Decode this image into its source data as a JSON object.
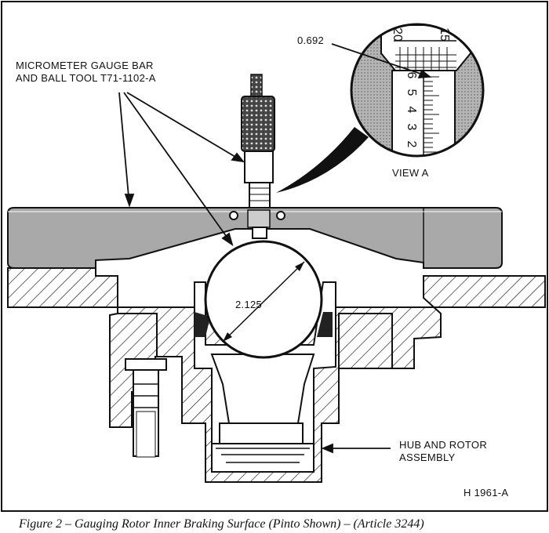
{
  "labels": {
    "tool_line1": "MICROMETER GAUGE BAR",
    "tool_line2": "AND BALL TOOL T71-1102-A",
    "reading": "0.692",
    "view": "VIEW A",
    "ball_diameter": "2.125",
    "hub_line1": "HUB AND ROTOR",
    "hub_line2": "ASSEMBLY",
    "figure_code": "H 1961-A"
  },
  "thimble_scale": [
    "20",
    "15"
  ],
  "sleeve_scale": [
    "2",
    "3",
    "4",
    "5",
    "6"
  ],
  "caption": "Figure 2 – Gauging Rotor Inner Braking Surface (Pinto Shown) – (Article 3244)",
  "colors": {
    "ink": "#111111",
    "shade": "#a9a9a9",
    "dark_shade": "#6e6e6e"
  }
}
